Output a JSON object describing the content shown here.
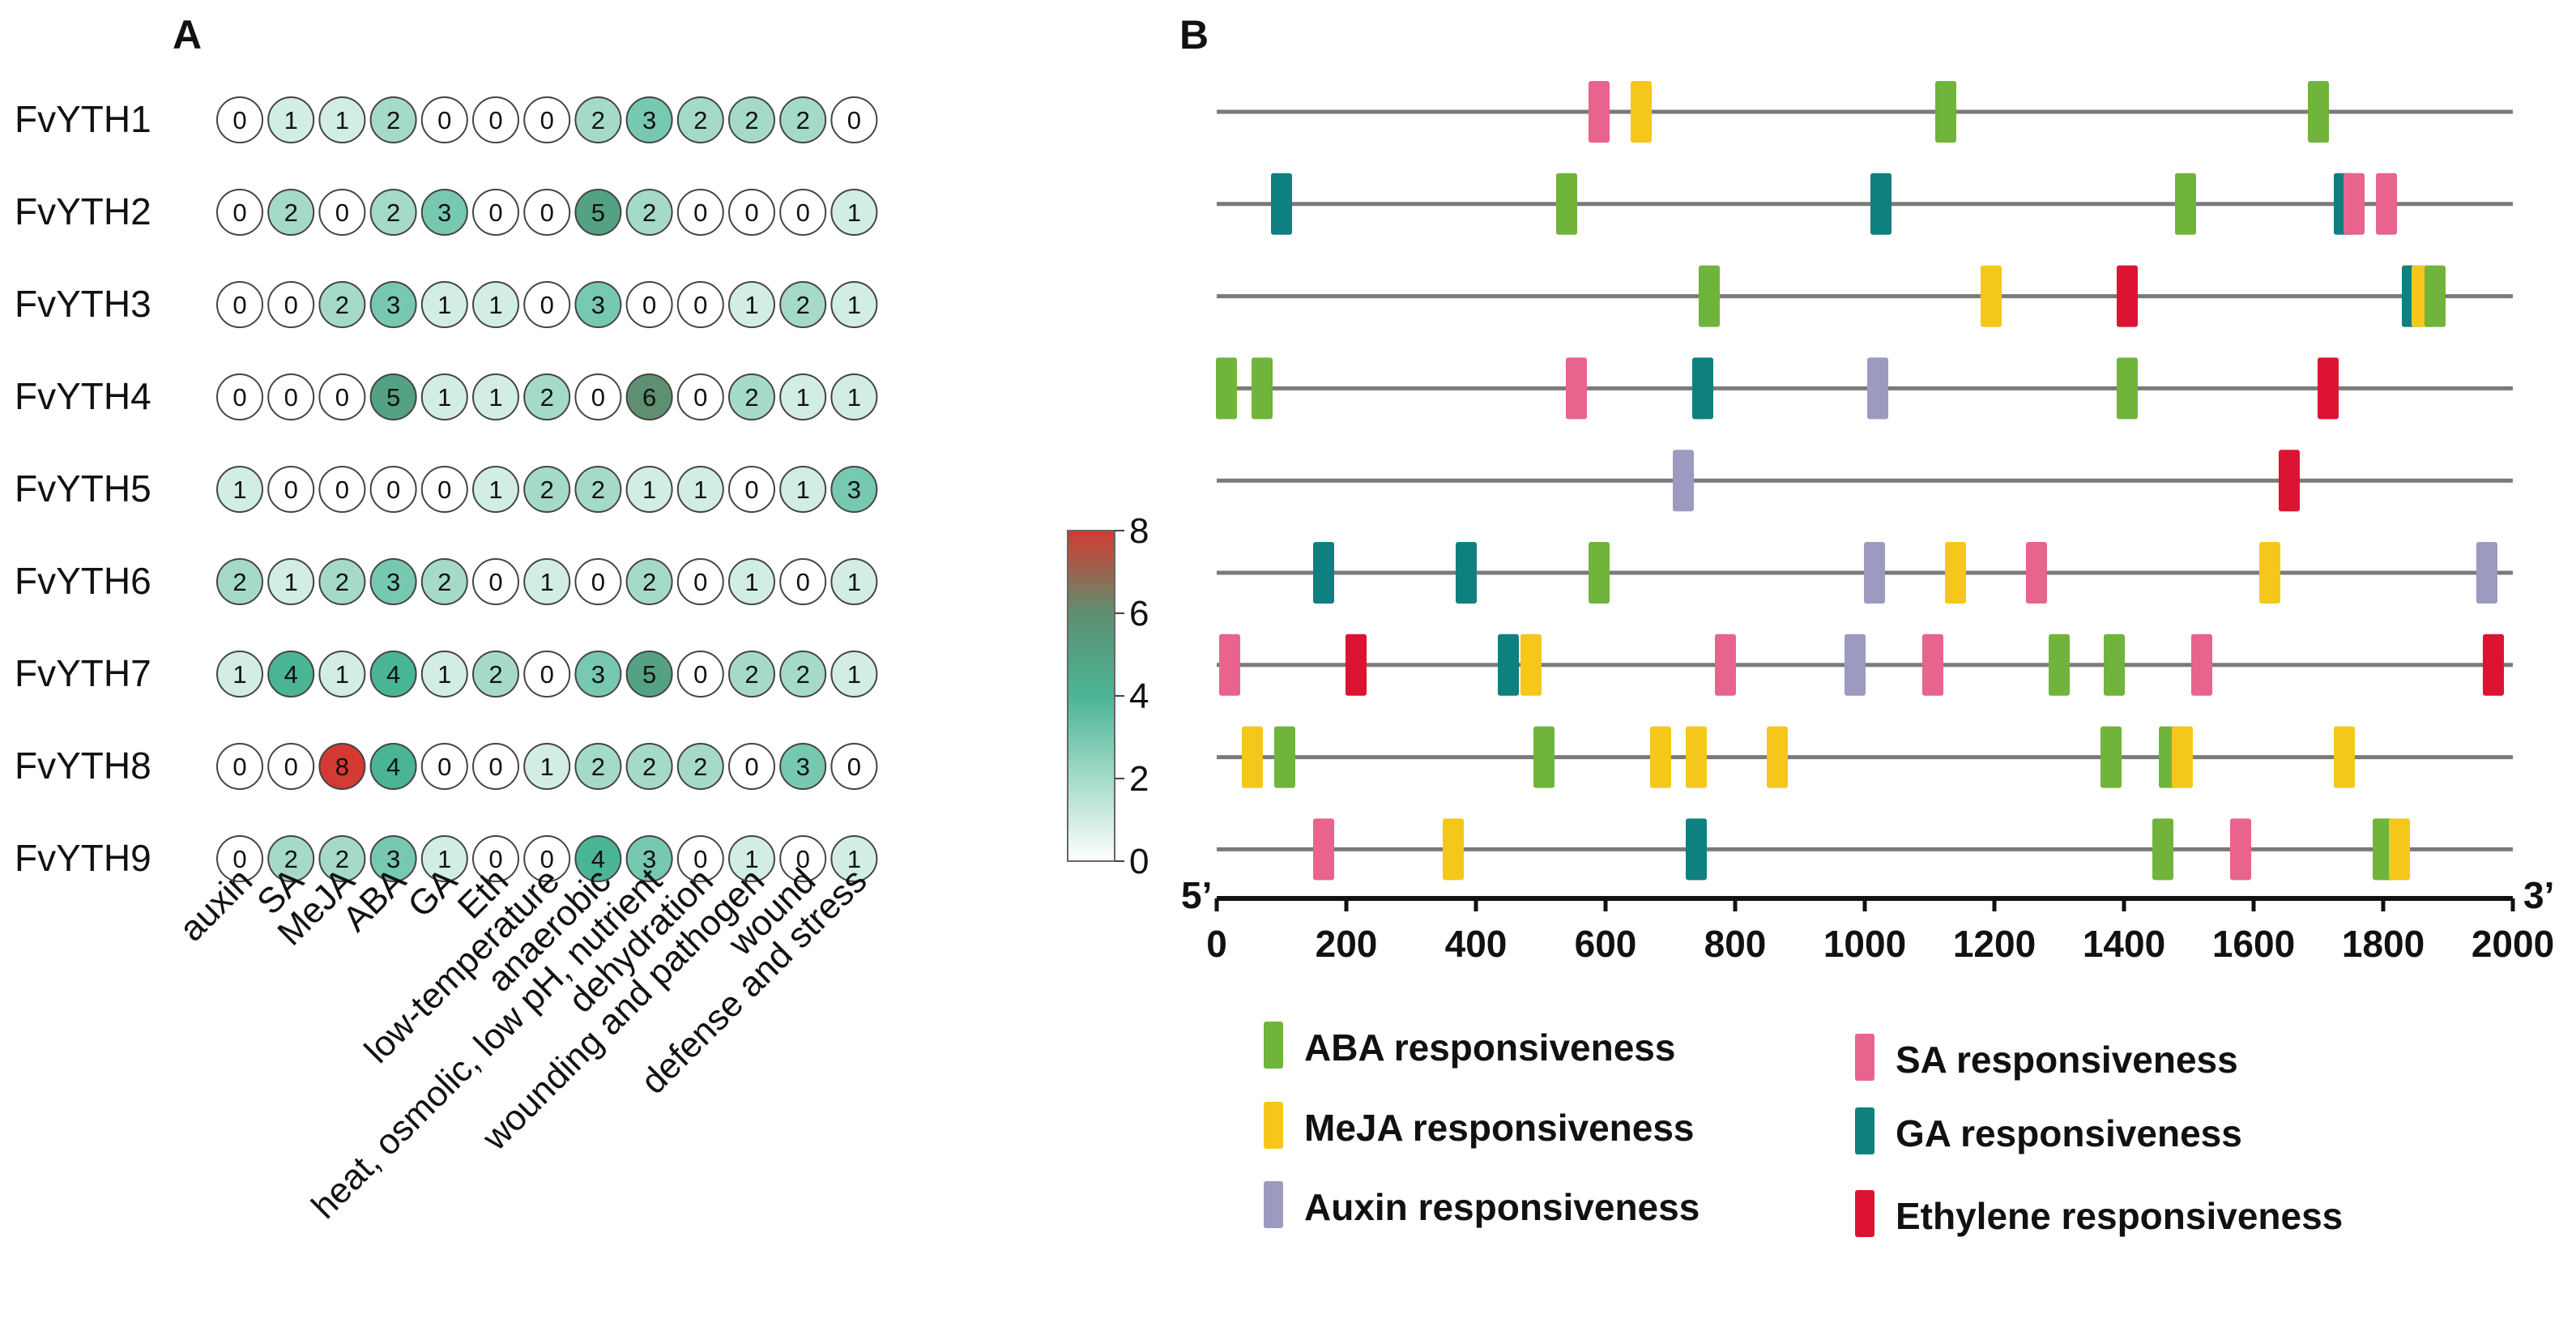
{
  "chart_data": [
    {
      "type": "heatmap",
      "panel_label": "A",
      "rows": [
        "FvYTH1",
        "FvYTH2",
        "FvYTH3",
        "FvYTH4",
        "FvYTH5",
        "FvYTH6",
        "FvYTH7",
        "FvYTH8",
        "FvYTH9"
      ],
      "columns": [
        "auxin",
        "SA",
        "MeJA",
        "ABA",
        "GA",
        "Eth",
        "low-temperature",
        "anaerobic",
        "heat, osmolic, low pH, nutrient",
        "dehydration",
        "wounding and pathogen",
        "wound",
        "defense and stress"
      ],
      "values": [
        [
          0,
          1,
          1,
          2,
          0,
          0,
          0,
          2,
          3,
          2,
          2,
          2,
          0
        ],
        [
          0,
          2,
          0,
          2,
          3,
          0,
          0,
          5,
          2,
          0,
          0,
          0,
          1
        ],
        [
          0,
          0,
          2,
          3,
          1,
          1,
          0,
          3,
          0,
          0,
          1,
          2,
          1
        ],
        [
          0,
          0,
          0,
          5,
          1,
          1,
          2,
          0,
          6,
          0,
          2,
          1,
          1
        ],
        [
          1,
          0,
          0,
          0,
          0,
          1,
          2,
          2,
          1,
          1,
          0,
          1,
          3
        ],
        [
          2,
          1,
          2,
          3,
          2,
          0,
          1,
          0,
          2,
          0,
          1,
          0,
          1
        ],
        [
          1,
          4,
          1,
          4,
          1,
          2,
          0,
          3,
          5,
          0,
          2,
          2,
          1
        ],
        [
          0,
          0,
          8,
          4,
          0,
          0,
          1,
          2,
          2,
          2,
          0,
          3,
          0
        ],
        [
          0,
          2,
          2,
          3,
          1,
          0,
          0,
          4,
          3,
          0,
          1,
          0,
          1
        ]
      ],
      "colorbar": {
        "min": 0,
        "max": 8,
        "ticks": [
          "0",
          "2",
          "4",
          "6",
          "8"
        ],
        "colors": [
          "#ffffff",
          "#4ab595",
          "#d43a32"
        ]
      }
    },
    {
      "type": "scatter",
      "panel_label": "B",
      "x_range": [
        0,
        2000
      ],
      "x_ticks": [
        "0",
        "200",
        "400",
        "600",
        "800",
        "1000",
        "1200",
        "1400",
        "1600",
        "1800",
        "2000"
      ],
      "x_left_label": "5’",
      "x_right_label": "3’",
      "genes": [
        "FvYTH1",
        "FvYTH2",
        "FvYTH3",
        "FvYTH4",
        "FvYTH5",
        "FvYTH6",
        "FvYTH7",
        "FvYTH8",
        "FvYTH9"
      ],
      "legend": [
        {
          "key": "ABA",
          "label": "ABA responsiveness",
          "color": "#70b43c"
        },
        {
          "key": "SA",
          "label": "SA responsiveness",
          "color": "#e8648c"
        },
        {
          "key": "MeJA",
          "label": "MeJA responsiveness",
          "color": "#f5c71a"
        },
        {
          "key": "GA",
          "label": "GA responsiveness",
          "color": "#0e8080"
        },
        {
          "key": "Auxin",
          "label": "Auxin responsiveness",
          "color": "#9c9ac0"
        },
        {
          "key": "Ethylene",
          "label": "Ethylene responsiveness",
          "color": "#dc1431"
        }
      ],
      "elements": [
        [
          {
            "pos": 590,
            "type": "SA"
          },
          {
            "pos": 655,
            "type": "MeJA"
          },
          {
            "pos": 1125,
            "type": "ABA"
          },
          {
            "pos": 1700,
            "type": "ABA"
          }
        ],
        [
          {
            "pos": 100,
            "type": "GA"
          },
          {
            "pos": 540,
            "type": "ABA"
          },
          {
            "pos": 1025,
            "type": "GA"
          },
          {
            "pos": 1495,
            "type": "ABA"
          },
          {
            "pos": 1740,
            "type": "GA"
          },
          {
            "pos": 1755,
            "type": "SA"
          },
          {
            "pos": 1805,
            "type": "SA"
          }
        ],
        [
          {
            "pos": 760,
            "type": "ABA"
          },
          {
            "pos": 1195,
            "type": "MeJA"
          },
          {
            "pos": 1405,
            "type": "Ethylene"
          },
          {
            "pos": 1845,
            "type": "GA"
          },
          {
            "pos": 1860,
            "type": "MeJA"
          },
          {
            "pos": 1880,
            "type": "ABA"
          }
        ],
        [
          {
            "pos": 15,
            "type": "ABA"
          },
          {
            "pos": 70,
            "type": "ABA"
          },
          {
            "pos": 555,
            "type": "SA"
          },
          {
            "pos": 750,
            "type": "GA"
          },
          {
            "pos": 1020,
            "type": "Auxin"
          },
          {
            "pos": 1405,
            "type": "ABA"
          },
          {
            "pos": 1715,
            "type": "Ethylene"
          }
        ],
        [
          {
            "pos": 720,
            "type": "Auxin"
          },
          {
            "pos": 1655,
            "type": "Ethylene"
          }
        ],
        [
          {
            "pos": 165,
            "type": "GA"
          },
          {
            "pos": 385,
            "type": "GA"
          },
          {
            "pos": 590,
            "type": "ABA"
          },
          {
            "pos": 1015,
            "type": "Auxin"
          },
          {
            "pos": 1140,
            "type": "MeJA"
          },
          {
            "pos": 1265,
            "type": "SA"
          },
          {
            "pos": 1625,
            "type": "MeJA"
          },
          {
            "pos": 1960,
            "type": "Auxin"
          }
        ],
        [
          {
            "pos": 20,
            "type": "SA"
          },
          {
            "pos": 215,
            "type": "Ethylene"
          },
          {
            "pos": 450,
            "type": "GA"
          },
          {
            "pos": 485,
            "type": "MeJA"
          },
          {
            "pos": 785,
            "type": "SA"
          },
          {
            "pos": 985,
            "type": "Auxin"
          },
          {
            "pos": 1105,
            "type": "SA"
          },
          {
            "pos": 1300,
            "type": "ABA"
          },
          {
            "pos": 1385,
            "type": "ABA"
          },
          {
            "pos": 1520,
            "type": "SA"
          },
          {
            "pos": 1970,
            "type": "Ethylene"
          }
        ],
        [
          {
            "pos": 55,
            "type": "MeJA"
          },
          {
            "pos": 105,
            "type": "ABA"
          },
          {
            "pos": 505,
            "type": "ABA"
          },
          {
            "pos": 685,
            "type": "MeJA"
          },
          {
            "pos": 740,
            "type": "MeJA"
          },
          {
            "pos": 865,
            "type": "MeJA"
          },
          {
            "pos": 1380,
            "type": "ABA"
          },
          {
            "pos": 1470,
            "type": "ABA"
          },
          {
            "pos": 1490,
            "type": "MeJA"
          },
          {
            "pos": 1740,
            "type": "MeJA"
          }
        ],
        [
          {
            "pos": 165,
            "type": "SA"
          },
          {
            "pos": 365,
            "type": "MeJA"
          },
          {
            "pos": 740,
            "type": "GA"
          },
          {
            "pos": 1460,
            "type": "ABA"
          },
          {
            "pos": 1580,
            "type": "SA"
          },
          {
            "pos": 1800,
            "type": "ABA"
          },
          {
            "pos": 1825,
            "type": "MeJA"
          }
        ]
      ]
    }
  ]
}
